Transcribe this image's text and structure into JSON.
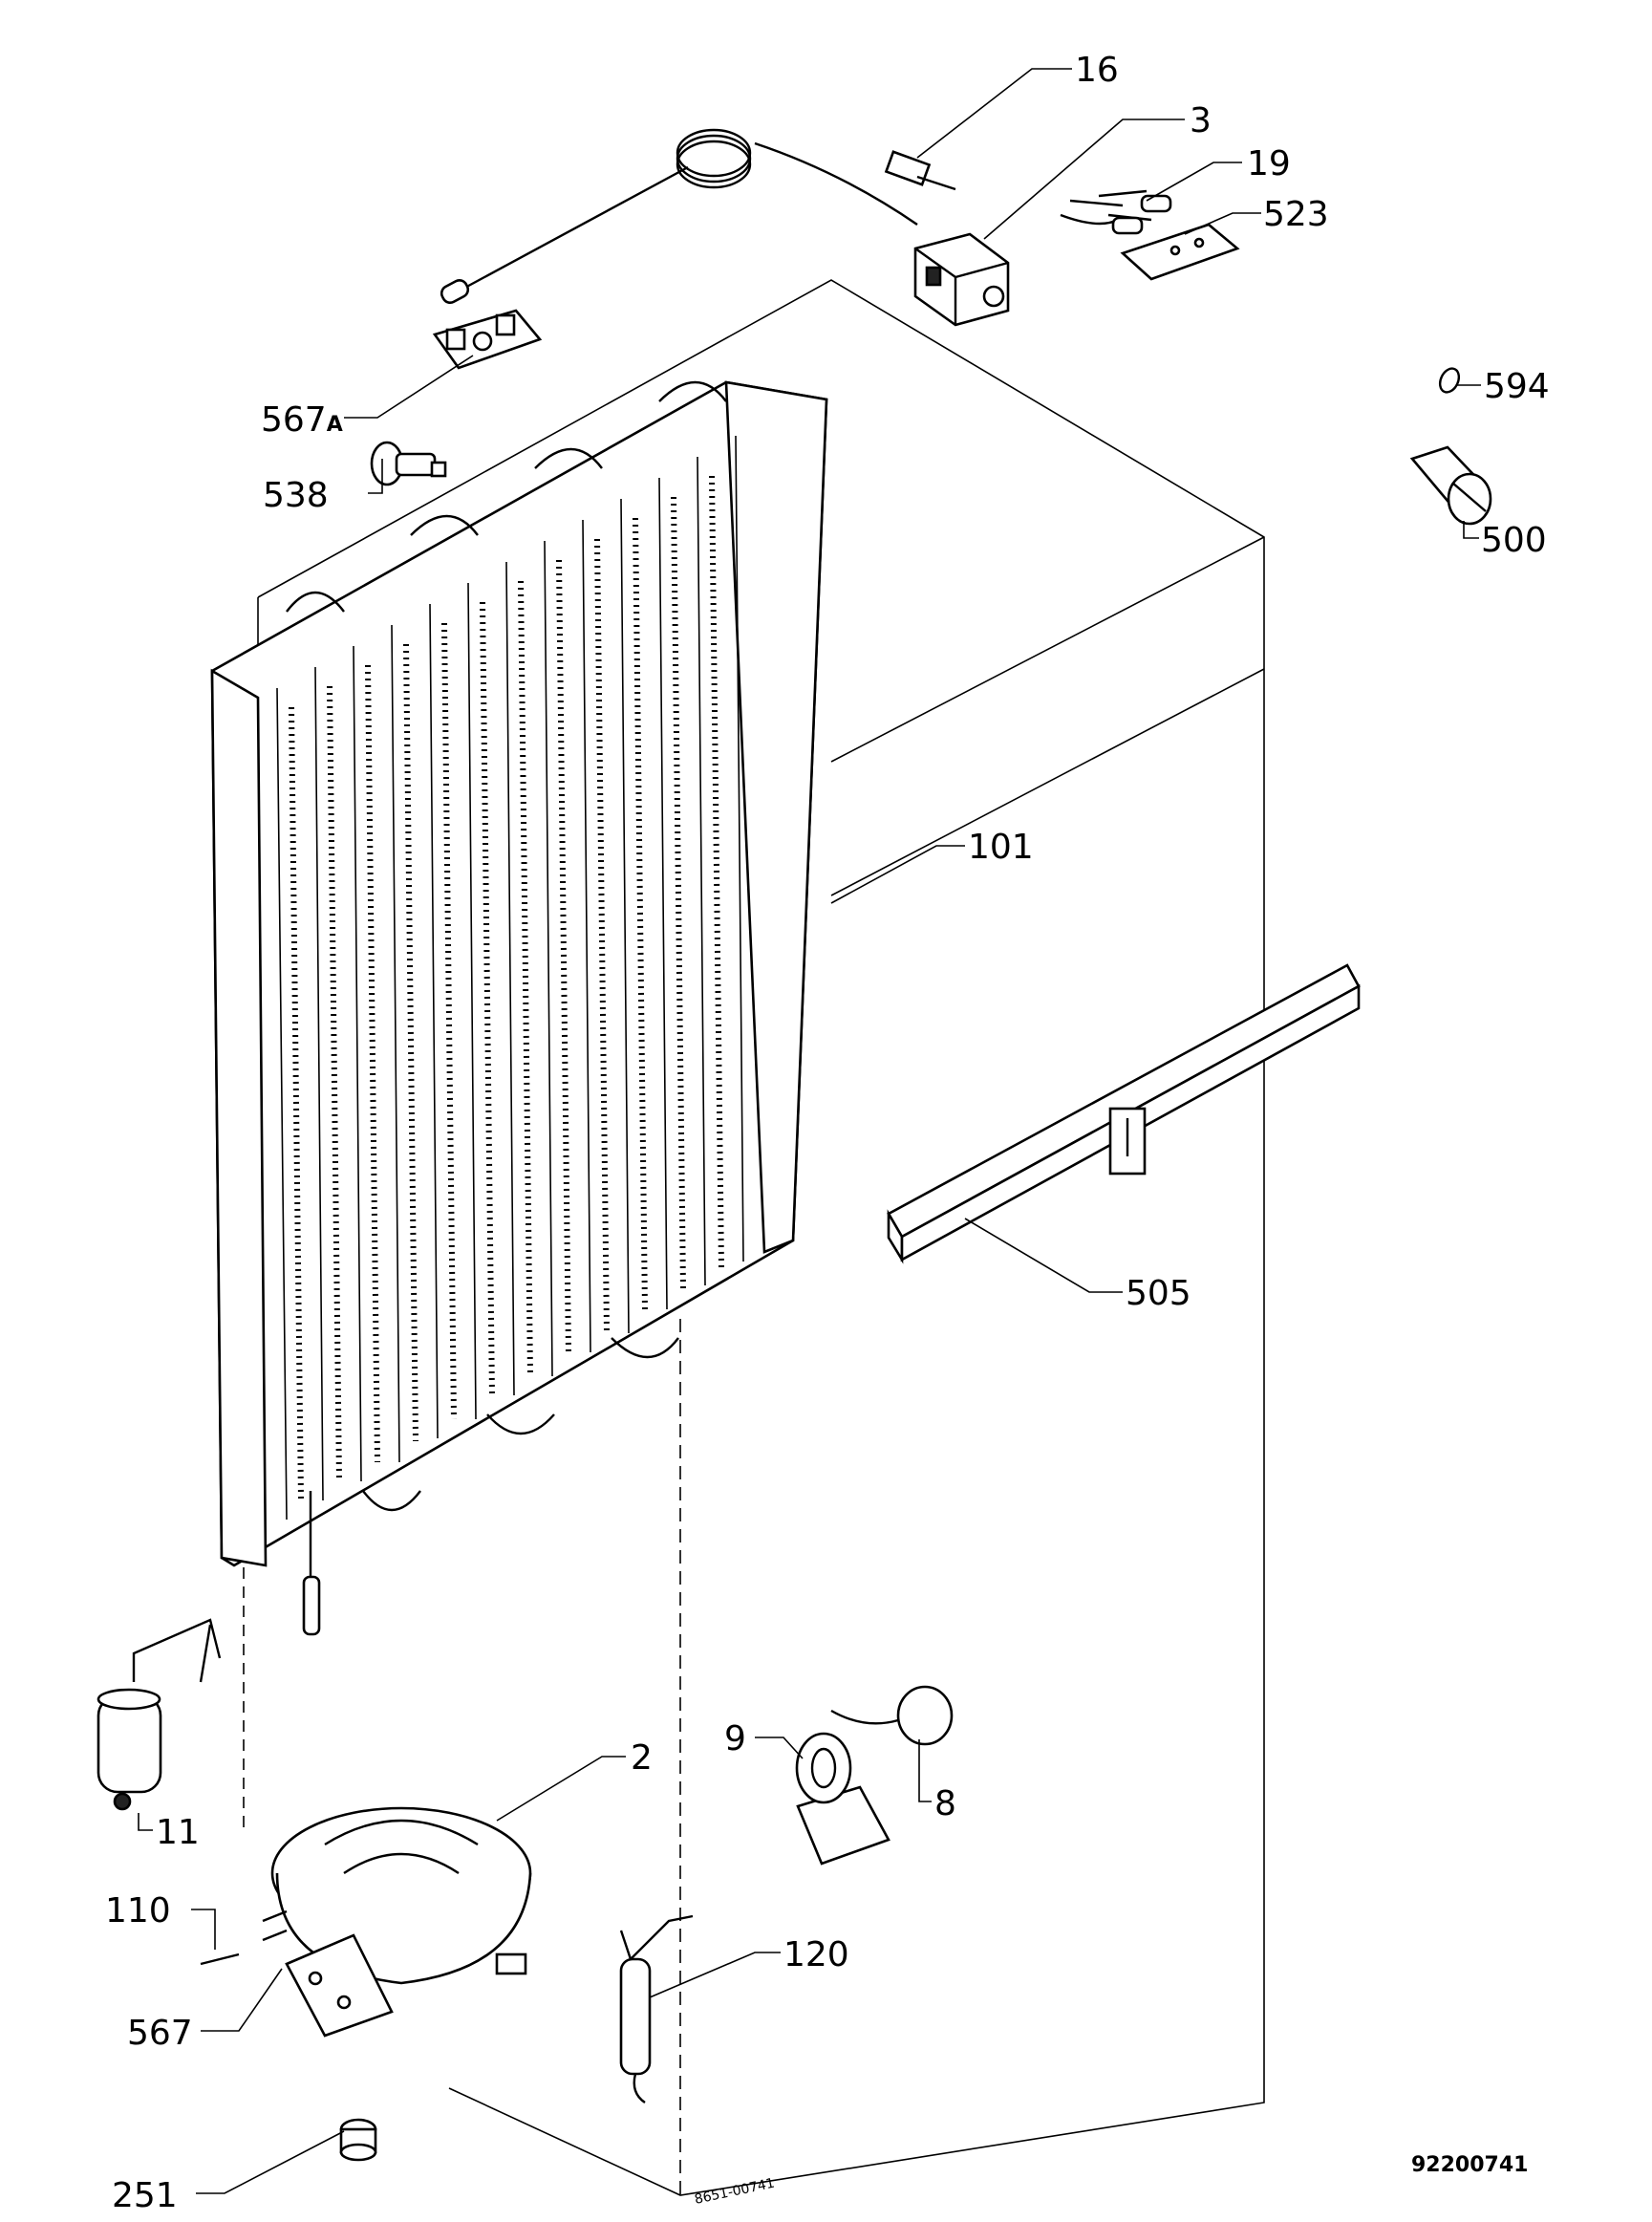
{
  "labels": {
    "l16": "16",
    "l3": "3",
    "l19": "19",
    "l523": "523",
    "l594": "594",
    "l567a_num": "567",
    "l567a_suffix": "A",
    "l538": "538",
    "l500": "500",
    "l101": "101",
    "l505": "505",
    "l2": "2",
    "l9": "9",
    "l8": "8",
    "l11": "11",
    "l110": "110",
    "l567": "567",
    "l120": "120",
    "l251": "251"
  },
  "drawing_number": "92200741",
  "serial_stamp": "8651-00741"
}
